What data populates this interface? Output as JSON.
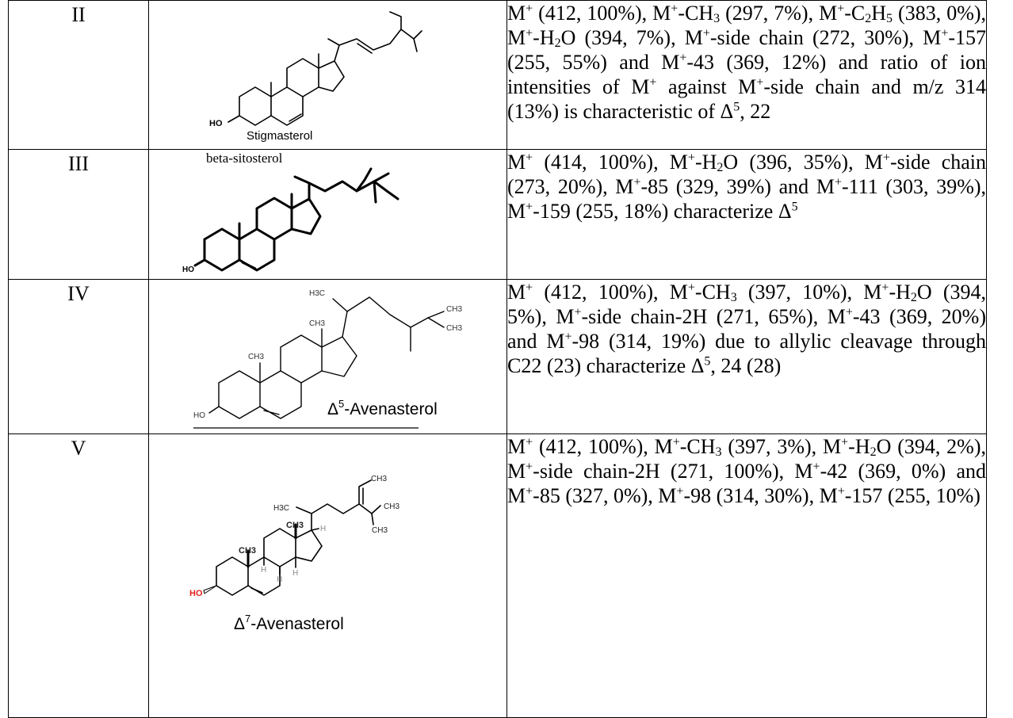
{
  "rows": [
    {
      "id": "II",
      "structure_label": "Stigmasterol",
      "structure_oh": "HO",
      "desc": [
        "M",
        {
          "sup": "+"
        },
        " (412, 100%), M",
        {
          "sup": "+"
        },
        "-CH",
        {
          "sub": "3"
        },
        " (297, 7%), M",
        {
          "sup": "+"
        },
        "-C",
        {
          "sub": "2"
        },
        "H",
        {
          "sub": "5"
        },
        " (383, 0%), M",
        {
          "sup": "+"
        },
        "-H",
        {
          "sub": "2"
        },
        "O (394, 7%), M",
        {
          "sup": "+"
        },
        "-side chain (272, 30%), M",
        {
          "sup": "+"
        },
        "-157 (255, 55%) and M",
        {
          "sup": "+"
        },
        "-43 (369, 12%) and ratio of ion intensities of M",
        {
          "sup": "+"
        },
        " against M",
        {
          "sup": "+"
        },
        "-side chain and m/z 314 (13%) is characteristic of Δ",
        {
          "sup": "5"
        },
        ", 22"
      ]
    },
    {
      "id": "III",
      "structure_label": "beta-sitosterol",
      "structure_oh": "HO",
      "desc": [
        "M",
        {
          "sup": "+"
        },
        " (414, 100%), M",
        {
          "sup": "+"
        },
        "-H",
        {
          "sub": "2"
        },
        "O (396, 35%), M",
        {
          "sup": "+"
        },
        "-side chain (273, 20%), M",
        {
          "sup": "+"
        },
        "-85 (329, 39%) and M",
        {
          "sup": "+"
        },
        "-111 (303, 39%), M",
        {
          "sup": "+"
        },
        "-159 (255, 18%) characterize Δ",
        {
          "sup": "5"
        }
      ]
    },
    {
      "id": "IV",
      "structure_label": "Δ5-Avenasterol",
      "structure_label_parts": {
        "delta": "Δ",
        "sup": "5",
        "rest": "-Avenasterol"
      },
      "structure_oh": "HO",
      "structure_groups": {
        "h3c": "H3C",
        "ch3_a": "CH3",
        "ch3_b": "CH3",
        "ch3_c": "CH3",
        "ch3_d": "CH3"
      },
      "desc": [
        "M",
        {
          "sup": "+"
        },
        " (412, 100%), M",
        {
          "sup": "+"
        },
        "-CH",
        {
          "sub": "3"
        },
        " (397, 10%), M",
        {
          "sup": "+"
        },
        "-H",
        {
          "sub": "2"
        },
        "O (394, 5%), M",
        {
          "sup": "+"
        },
        "-side chain-2H (271, 65%), M",
        {
          "sup": "+"
        },
        "-43 (369, 20%) and M",
        {
          "sup": "+"
        },
        "-98 (314, 19%) due to allylic cleavage through C22 (23) characterize Δ",
        {
          "sup": "5"
        },
        ", 24 (28)"
      ]
    },
    {
      "id": "V",
      "structure_label": "Δ7-Avenasterol",
      "structure_label_parts": {
        "delta": "Δ",
        "sup": "7",
        "rest": "-Avenasterol"
      },
      "structure_oh": "HO",
      "structure_groups": {
        "h3c": "H3C",
        "ch3_top": "CH3",
        "ch3_right": "CH3",
        "ch3_bottom": "CH3",
        "ch3_18": "CH3",
        "ch3_19": "CH3",
        "h": "H"
      },
      "desc": [
        "M",
        {
          "sup": "+"
        },
        " (412, 100%), M",
        {
          "sup": "+"
        },
        "-CH",
        {
          "sub": "3"
        },
        " (397, 3%), M",
        {
          "sup": "+"
        },
        "-H",
        {
          "sub": "2"
        },
        "O (394, 2%), M",
        {
          "sup": "+"
        },
        "-side chain-2H (271, 100%), M",
        {
          "sup": "+"
        },
        "-42 (369, 0%) and M",
        {
          "sup": "+"
        },
        "-85 (327, 0%), M",
        {
          "sup": "+"
        },
        "-98 (314, 30%), M",
        {
          "sup": "+"
        },
        "-157 (255, 10%)"
      ]
    }
  ]
}
